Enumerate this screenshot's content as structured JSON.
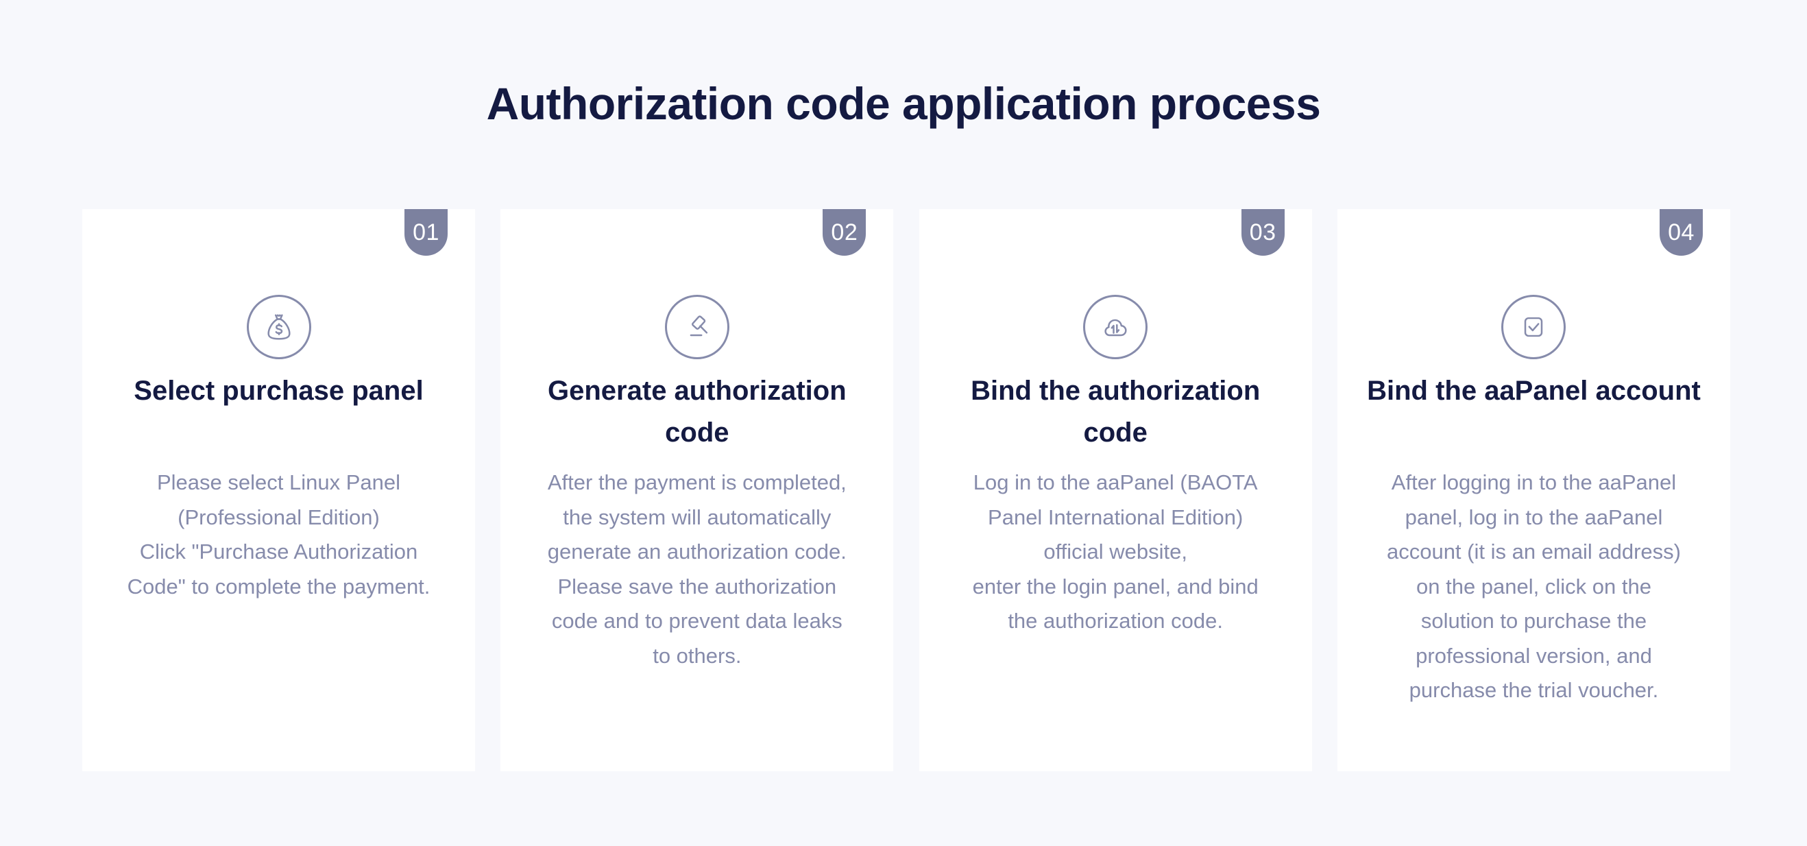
{
  "header": {
    "title": "Authorization code application process"
  },
  "colors": {
    "page_background": "#f7f8fc",
    "card_background": "#ffffff",
    "badge": "#7c819f",
    "title_text": "#141a42",
    "body_text": "#868bab",
    "icon_stroke": "#868bab"
  },
  "steps": [
    {
      "badge": "01",
      "icon": "money-bag-icon",
      "title": "Select purchase panel",
      "body": "Please select Linux Panel\n(Professional Edition)\nClick \"Purchase Authorization\nCode\" to complete the payment."
    },
    {
      "badge": "02",
      "icon": "gavel-icon",
      "title": "Generate authorization code",
      "body": "After the payment is completed,\nthe system will automatically\ngenerate an authorization code.\nPlease save the authorization\ncode and to prevent data leaks\nto others."
    },
    {
      "badge": "03",
      "icon": "cloud-sync-icon",
      "title": "Bind the authorization code",
      "body": "Log in to the aaPanel (BAOTA\nPanel International Edition)\nofficial website,\nenter the login panel, and bind\nthe authorization code."
    },
    {
      "badge": "04",
      "icon": "checkbox-check-icon",
      "title": "Bind the aaPanel account",
      "body": "After logging in to the aaPanel\npanel, log in to the aaPanel\naccount (it is an email address)\non the panel, click on the\nsolution to purchase the\nprofessional version, and\npurchase the trial voucher."
    }
  ]
}
